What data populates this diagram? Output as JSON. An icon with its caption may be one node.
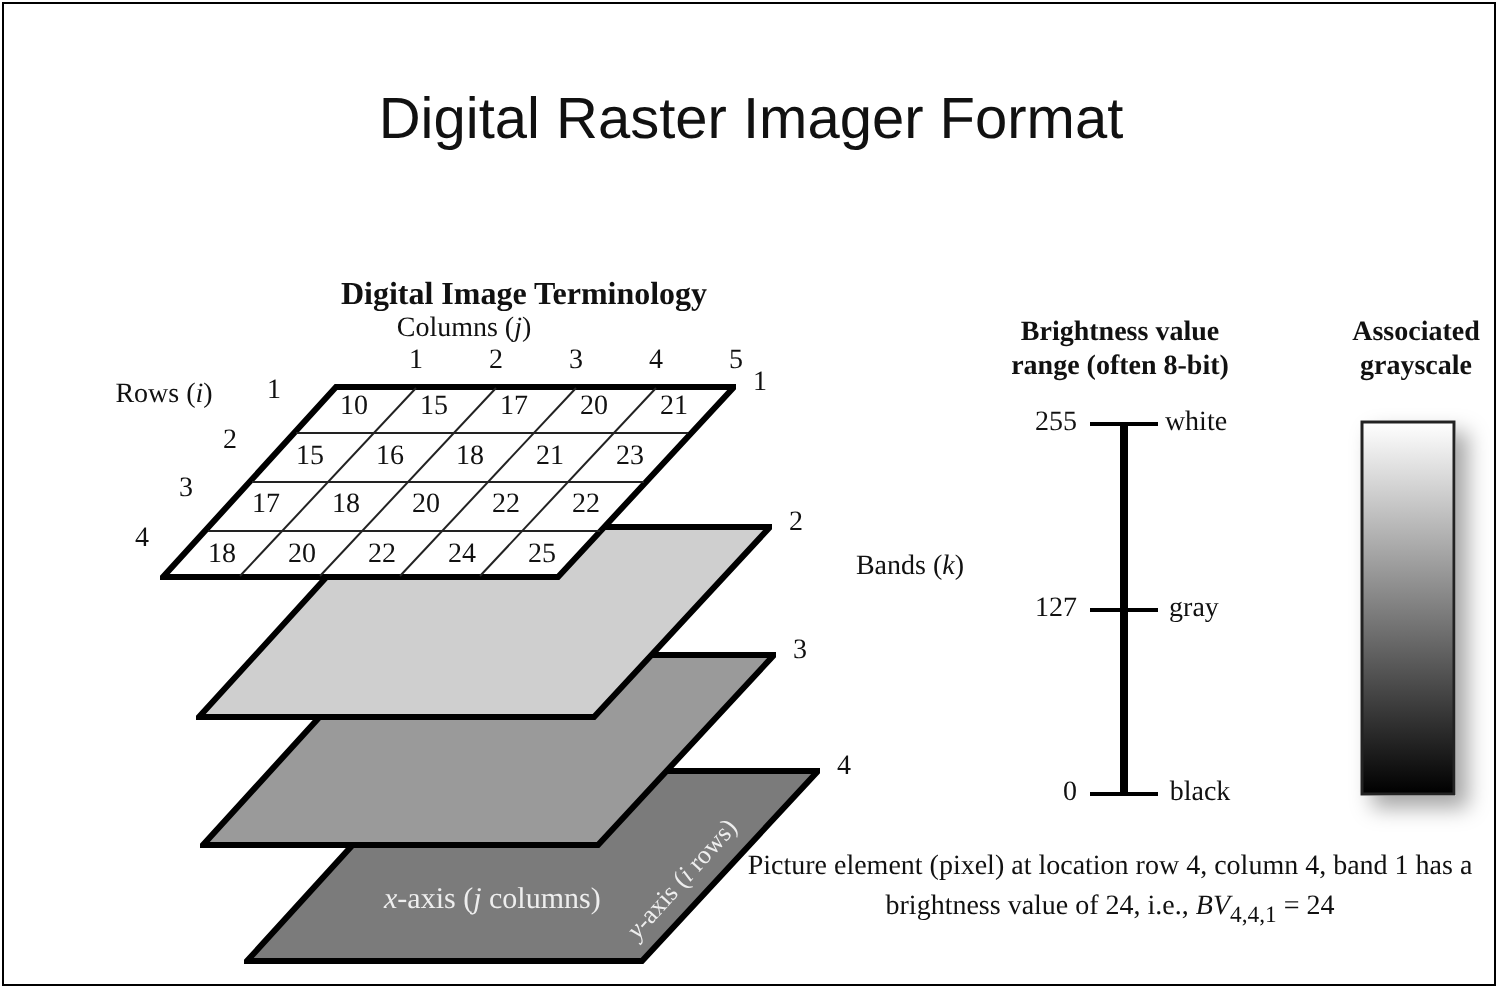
{
  "diagram": {
    "title": "Digital Raster Imager Format",
    "caption": "Picture element (pixel) at location row 4, column 4, band 1 has a brightness value of 24, i.e., *BV*$_{4,4,1}$ = 24",
    "nodes": [
      {
        "text": [],
        "shape": "parallelogram"
      },
      {
        "text": [],
        "shape": "parallelogram"
      },
      {
        "text": [],
        "shape": "parallelogram"
      },
      {
        "text": [
          "*x*-axis (*j* columns)",
          "*y*-axis (*i* rows)"
        ]
      },
      {
        "text": [],
        "shape": "bar"
      }
    ],
    "labels": [
      "Digital Image Terminology",
      "Columns (*j*)",
      "1",
      "2",
      "3",
      "4",
      "5",
      "Rows (*i*)",
      "1",
      "2",
      "3",
      "4",
      "10",
      "15",
      "17",
      "20",
      "21",
      "15",
      "16",
      "18",
      "21",
      "23",
      "17",
      "18",
      "20",
      "22",
      "22",
      "18",
      "20",
      "22",
      "24",
      "25",
      "1",
      "2",
      "3",
      "4",
      "Bands (*k*)",
      "Brightness value range (often 8-bit)",
      "Associated grayscale",
      "255",
      "white",
      "127",
      "gray",
      "0",
      "black"
    ]
  }
}
